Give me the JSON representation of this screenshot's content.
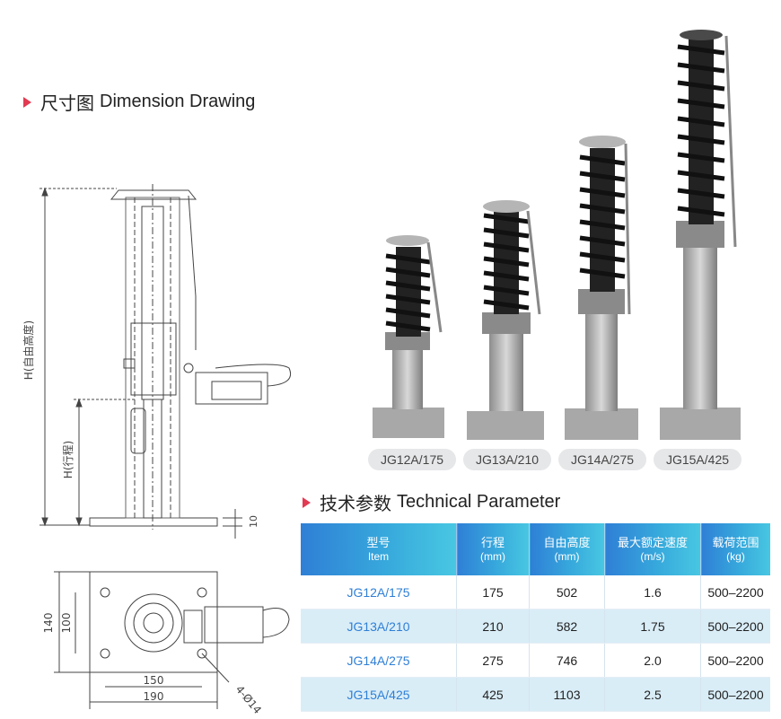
{
  "dimension_section": {
    "heading_cn": "尺寸图",
    "heading_en": "Dimension Drawing"
  },
  "parameter_section": {
    "heading_cn": "技术参数",
    "heading_en": "Technical Parameter"
  },
  "drawing": {
    "label_free_height": "H(自由高度)",
    "label_stroke": "H(行程)",
    "dim_base": "10",
    "dim_140": "140",
    "dim_100": "100",
    "dim_150": "150",
    "dim_190": "190",
    "dim_holes": "4-Ø14"
  },
  "products": [
    {
      "label": "JG12A/175"
    },
    {
      "label": "JG13A/210"
    },
    {
      "label": "JG14A/275"
    },
    {
      "label": "JG15A/425"
    }
  ],
  "table": {
    "headers": [
      {
        "main": "型号",
        "sub": "Item"
      },
      {
        "main": "行程",
        "sub": "(mm)"
      },
      {
        "main": "自由高度",
        "sub": "(mm)"
      },
      {
        "main": "最大额定速度",
        "sub": "(m/s)"
      },
      {
        "main": "载荷范围",
        "sub": "(kg)"
      }
    ],
    "rows": [
      [
        "JG12A/175",
        "175",
        "502",
        "1.6",
        "500–2200"
      ],
      [
        "JG13A/210",
        "210",
        "582",
        "1.75",
        "500–2200"
      ],
      [
        "JG14A/275",
        "275",
        "746",
        "2.0",
        "500–2200"
      ],
      [
        "JG15A/425",
        "425",
        "1103",
        "2.5",
        "500–2200"
      ]
    ]
  },
  "colors": {
    "accent_triangle": "#e23a52",
    "table_header_start": "#2f7fd6",
    "table_header_end": "#48c7e2",
    "row_alt": "#d9edf7",
    "model_text": "#2f7fd6"
  }
}
